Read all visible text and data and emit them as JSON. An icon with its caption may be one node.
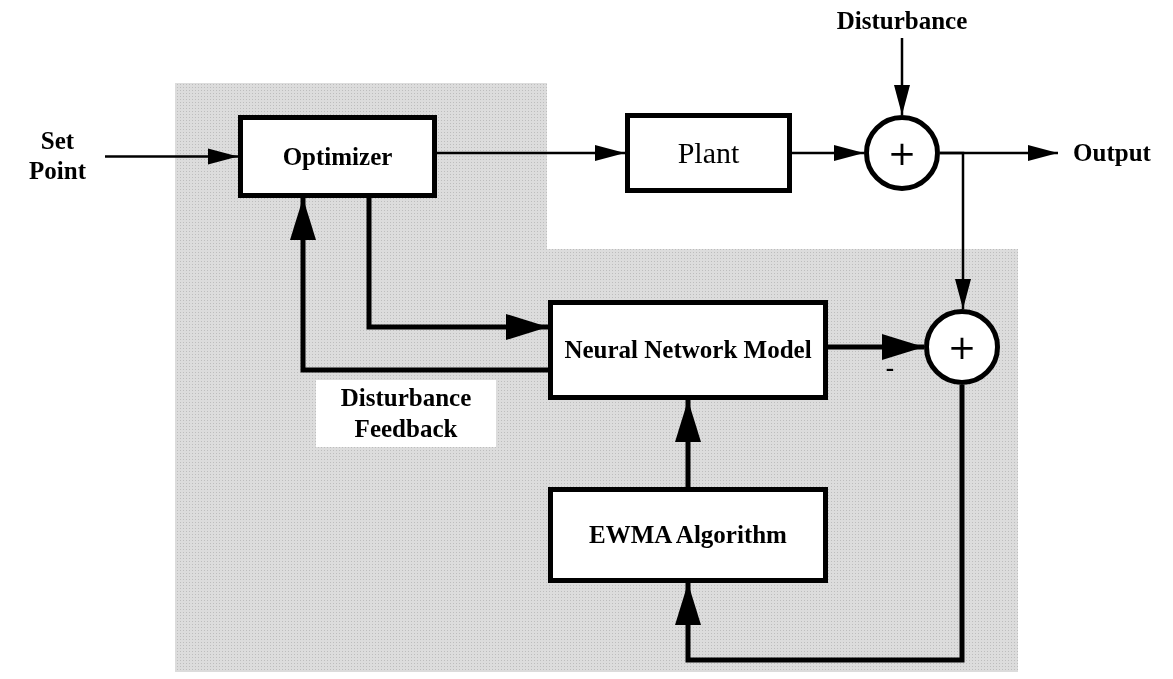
{
  "diagram": {
    "nodes": [
      {
        "text": [
          "Set Point"
        ]
      },
      {
        "text": [
          "Optimizer"
        ]
      },
      {
        "text": [
          "Plant"
        ]
      },
      {
        "text": [
          "Disturbance"
        ]
      },
      {
        "text": [
          "+"
        ]
      },
      {
        "text": [
          "Output"
        ]
      },
      {
        "text": [
          "Neural Network Model"
        ]
      },
      {
        "text": [
          "+"
        ]
      },
      {
        "text": [
          "EWMA Algorithm"
        ]
      }
    ],
    "edges": [
      {
        "from": 0,
        "to": 1,
        "arrow": "to"
      },
      {
        "from": 1,
        "to": 2,
        "arrow": "to"
      },
      {
        "from": 2,
        "to": 4,
        "arrow": "to"
      },
      {
        "from": 3,
        "to": 4,
        "arrow": "to"
      },
      {
        "from": 4,
        "to": 5,
        "arrow": "to"
      },
      {
        "from": 4,
        "to": 7,
        "arrow": "to"
      },
      {
        "from": 1,
        "to": 6,
        "arrow": "to",
        "style": "thick"
      },
      {
        "from": 6,
        "to": 1,
        "arrow": "to",
        "style": "thick",
        "label": "Disturbance Feedback"
      },
      {
        "from": 6,
        "to": 7,
        "arrow": "to",
        "style": "thick",
        "label": "-"
      },
      {
        "from": 7,
        "to": 8,
        "arrow": "to",
        "style": "thick"
      },
      {
        "from": 8,
        "to": 6,
        "arrow": "to",
        "style": "thick"
      }
    ]
  }
}
